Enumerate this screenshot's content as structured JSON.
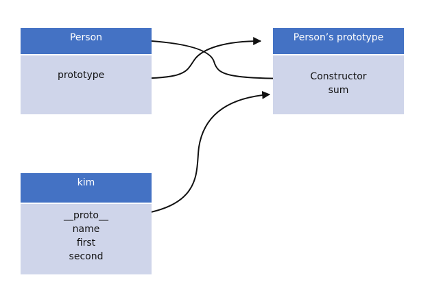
{
  "person": {
    "title": "Person",
    "fields": [
      "prototype"
    ]
  },
  "prototype_object": {
    "title": "Person’s prototype",
    "fields": [
      "Constructor",
      "sum"
    ]
  },
  "kim": {
    "title": "kim",
    "fields": [
      "__proto__",
      "name",
      "first",
      "second"
    ]
  },
  "colors": {
    "header": "#4472c4",
    "body": "#cfd5ea",
    "header_text": "#ffffff",
    "arrow": "#111111"
  }
}
